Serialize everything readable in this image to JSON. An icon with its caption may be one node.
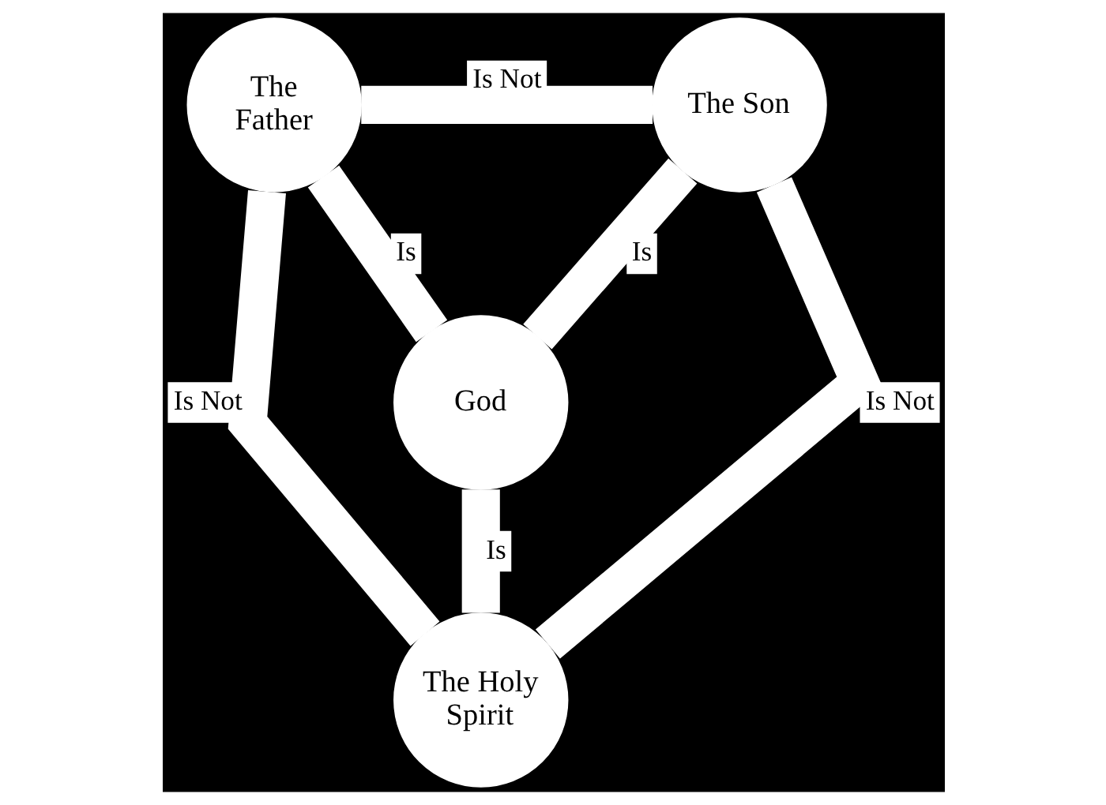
{
  "diagram": {
    "nodes": [
      {
        "text": [
          "The Father"
        ]
      },
      {
        "text": [
          "The Son"
        ]
      },
      {
        "text": [
          "God"
        ]
      },
      {
        "text": [
          "The Holy Spirit"
        ]
      }
    ],
    "edges": [
      {
        "from": 0,
        "to": 1,
        "arrow": "none",
        "label": "Is Not"
      },
      {
        "from": 0,
        "to": 2,
        "arrow": "none",
        "label": "Is"
      },
      {
        "from": 1,
        "to": 2,
        "arrow": "none",
        "label": "Is"
      },
      {
        "from": 0,
        "to": 3,
        "arrow": "none",
        "label": "Is Not"
      },
      {
        "from": 1,
        "to": 3,
        "arrow": "none",
        "label": "Is Not"
      },
      {
        "from": 2,
        "to": 3,
        "arrow": "none",
        "label": "Is"
      }
    ]
  }
}
